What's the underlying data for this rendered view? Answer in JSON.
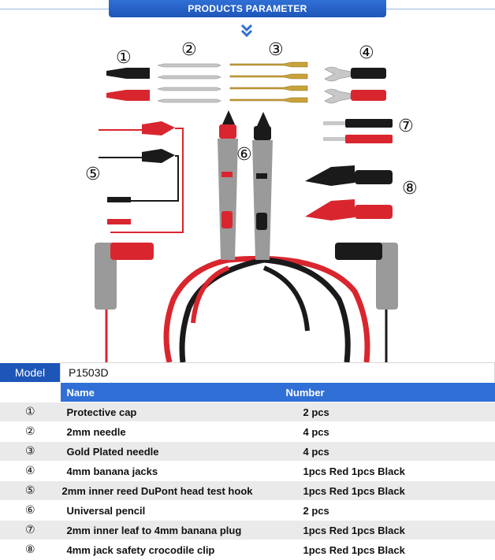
{
  "banner_title": "PRODUCTS PARAMETER",
  "labels": [
    "①",
    "②",
    "③",
    "④",
    "⑤",
    "⑥",
    "⑦",
    "⑧"
  ],
  "table": {
    "model_label": "Model",
    "model_value": "P1503D",
    "col_name": "Name",
    "col_number": "Number",
    "rows": [
      {
        "idx": "①",
        "name": "Protective cap",
        "number": "2 pcs"
      },
      {
        "idx": "②",
        "name": "2mm needle",
        "number": "4 pcs"
      },
      {
        "idx": "③",
        "name": "Gold Plated needle",
        "number": "4 pcs"
      },
      {
        "idx": "④",
        "name": "4mm banana jacks",
        "number": "1pcs Red 1pcs Black"
      },
      {
        "idx": "⑤",
        "name": "2mm inner reed DuPont head test hook",
        "number": "1pcs Red 1pcs Black"
      },
      {
        "idx": "⑥",
        "name": "Universal pencil",
        "number": "2 pcs"
      },
      {
        "idx": "⑦",
        "name": "2mm inner leaf to 4mm banana plug",
        "number": "1pcs Red 1pcs Black"
      },
      {
        "idx": "⑧",
        "name": "4mm jack safety crocodile clip",
        "number": "1pcs Red 1pcs Black"
      }
    ]
  },
  "colors": {
    "red": "#d9262e",
    "black": "#1a1a1a",
    "grey": "#9a9a9a",
    "gold": "#c9a23a",
    "silver": "#c8c8c8",
    "blue": "#1e56b8"
  }
}
